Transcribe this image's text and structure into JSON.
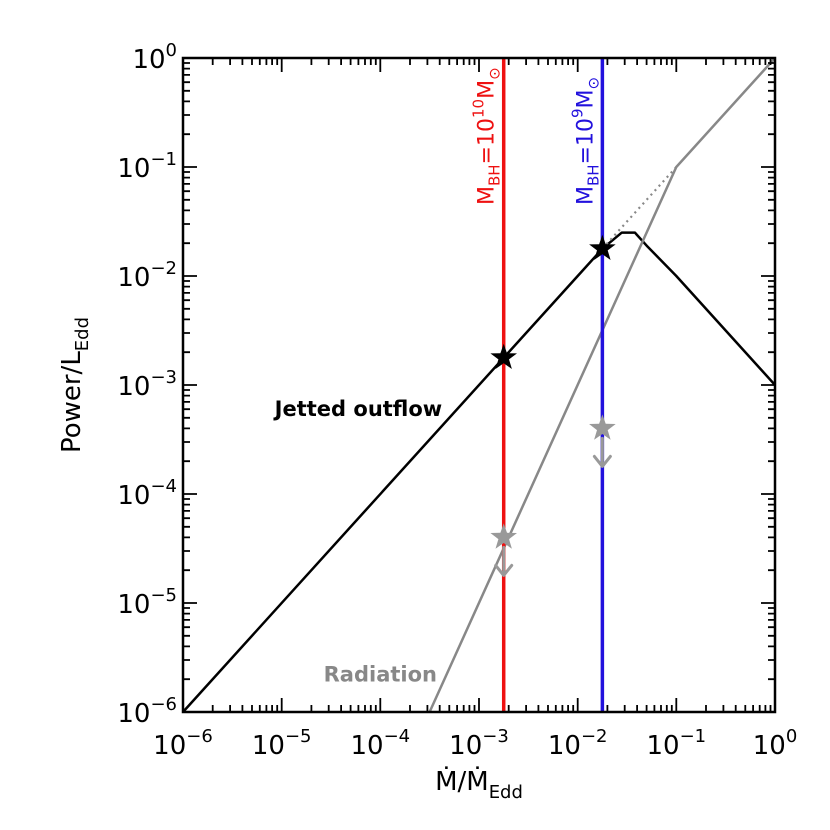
{
  "chart_data": {
    "type": "line",
    "xscale": "log",
    "yscale": "log",
    "xlim": [
      1e-06,
      1
    ],
    "ylim": [
      1e-06,
      1
    ],
    "grid": false,
    "xlabel": {
      "text": "Ṁ/Ṁ",
      "sub": "Edd"
    },
    "ylabel": {
      "text": "Power/L",
      "sub": "Edd"
    },
    "x_tick_labels": [
      {
        "value": 1e-06,
        "base": "10",
        "exp": "−6"
      },
      {
        "value": 1e-05,
        "base": "10",
        "exp": "−5"
      },
      {
        "value": 0.0001,
        "base": "10",
        "exp": "−4"
      },
      {
        "value": 0.001,
        "base": "10",
        "exp": "−3"
      },
      {
        "value": 0.01,
        "base": "10",
        "exp": "−2"
      },
      {
        "value": 0.1,
        "base": "10",
        "exp": "−1"
      },
      {
        "value": 1,
        "base": "10",
        "exp": "0"
      }
    ],
    "y_tick_labels": [
      {
        "value": 1e-06,
        "base": "10",
        "exp": "−6"
      },
      {
        "value": 1e-05,
        "base": "10",
        "exp": "−5"
      },
      {
        "value": 0.0001,
        "base": "10",
        "exp": "−4"
      },
      {
        "value": 0.001,
        "base": "10",
        "exp": "−3"
      },
      {
        "value": 0.01,
        "base": "10",
        "exp": "−2"
      },
      {
        "value": 0.1,
        "base": "10",
        "exp": "−1"
      },
      {
        "value": 1,
        "base": "10",
        "exp": "0"
      }
    ],
    "series": [
      {
        "name": "Jetted outflow",
        "color": "#000000",
        "style": "solid",
        "points": [
          [
            1e-06,
            1e-06
          ],
          [
            0.01,
            0.01
          ],
          [
            0.0178,
            0.0178
          ],
          [
            0.028,
            0.025
          ],
          [
            0.038,
            0.025
          ],
          [
            0.05,
            0.019
          ],
          [
            0.1,
            0.01
          ],
          [
            1,
            0.001
          ]
        ]
      },
      {
        "name": "Radiation",
        "color": "#888888",
        "style": "solid",
        "points": [
          [
            0.000316,
            1e-06
          ],
          [
            0.1,
            0.1
          ],
          [
            1,
            1
          ]
        ]
      }
    ],
    "dotted_lines": [
      {
        "color": "#888888",
        "points": [
          [
            0.0178,
            0.0178
          ],
          [
            0.1,
            0.1
          ]
        ]
      }
    ],
    "vertical_lines": [
      {
        "x": 0.00178,
        "color": "#ee1111",
        "label_main": "M",
        "label_sub": "BH",
        "label_rest": "=10",
        "label_sup": "10",
        "label_tail": "M",
        "label_sun": "⊙"
      },
      {
        "x": 0.0178,
        "color": "#2211dd",
        "label_main": "M",
        "label_sub": "BH",
        "label_rest": "=10",
        "label_sup": "9",
        "label_tail": "M",
        "label_sun": "⊙"
      }
    ],
    "star_markers": [
      {
        "x": 0.00178,
        "y": 0.00178,
        "color": "#000000",
        "upper_limit": false
      },
      {
        "x": 0.0178,
        "y": 0.0178,
        "color": "#000000",
        "upper_limit": false
      },
      {
        "x": 0.00178,
        "y": 4e-05,
        "color": "#999999",
        "upper_limit": true
      },
      {
        "x": 0.0178,
        "y": 0.0004,
        "color": "#999999",
        "upper_limit": true
      }
    ],
    "annotations": [
      {
        "text": "Jetted outflow",
        "color": "#000000",
        "x": 6e-05,
        "y": 0.0006
      },
      {
        "text": "Radiation",
        "color": "#888888",
        "x": 0.0001,
        "y": 2.2e-06
      }
    ]
  }
}
